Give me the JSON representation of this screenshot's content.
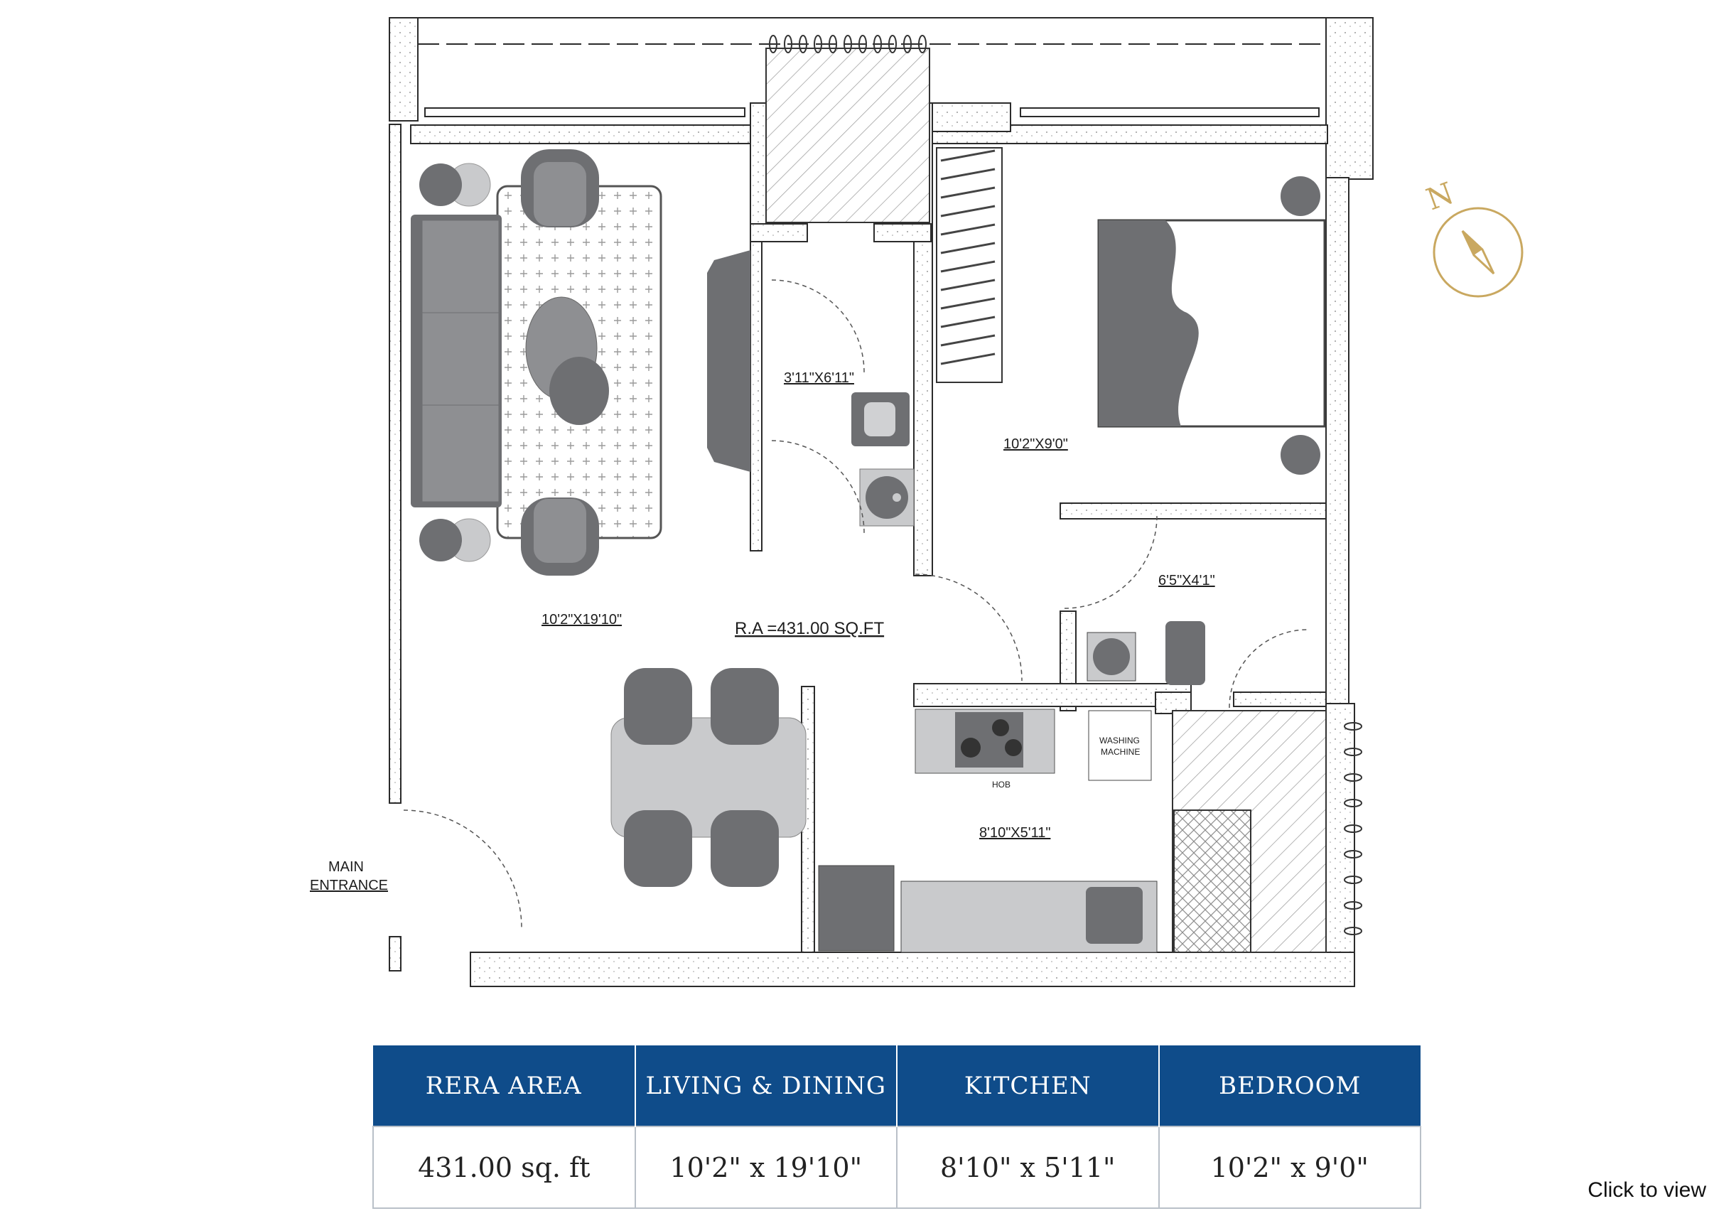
{
  "plan": {
    "rooms": {
      "living": "10'2\"X19'10\"",
      "bath": "3'11\"X6'11\"",
      "bedroom": "10'2\"X9'0\"",
      "utility": "6'5\"X4'1\"",
      "kitchen": "8'10\"X5'11\""
    },
    "rera_label": "R.A =431.00 SQ.FT",
    "main_entrance_line1": "MAIN",
    "main_entrance_line2": "ENTRANCE",
    "washing_line1": "WASHING",
    "washing_line2": "MACHINE",
    "hob": "HOB",
    "compass_letter": "N"
  },
  "table": {
    "headers": [
      "RERA AREA",
      "LIVING & DINING",
      "KITCHEN",
      "BEDROOM"
    ],
    "values": [
      "431.00 sq. ft",
      "10'2\" x 19'10\"",
      "8'10\" x 5'11\"",
      "10'2\" x 9'0\""
    ]
  },
  "footer": {
    "click_to_view": "Click to view"
  },
  "colors": {
    "header_bg": "#0f4c8a",
    "furniture_dark": "#6e6f72",
    "furniture_mid": "#8e8f92",
    "furniture_light": "#c9cacc",
    "compass": "#c9a860"
  }
}
